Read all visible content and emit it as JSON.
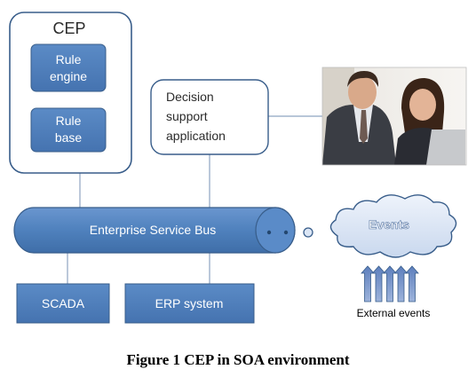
{
  "diagram": {
    "cep": {
      "title": "CEP",
      "rule_engine": [
        "Rule",
        "engine"
      ],
      "rule_base": [
        "Rule",
        "base"
      ]
    },
    "decision_support": [
      "Decision",
      "support",
      "application"
    ],
    "esb": {
      "label": "Enterprise Service Bus"
    },
    "events": {
      "label": "Events"
    },
    "external_events": {
      "label": "External events",
      "arrow_count": 5
    },
    "scada": {
      "label": "SCADA"
    },
    "erp": {
      "label": "ERP system"
    },
    "photo": {
      "subject": "two people looking at a laptop"
    },
    "colors": {
      "box_fill": "#4f81bd",
      "box_stroke": "#385d8a",
      "outline_stroke": "#385d8a",
      "connector": "#8ea3c0",
      "cloud_fill": "#dbe6f5",
      "arrow_fill": "#7b97c8"
    }
  },
  "caption": "Figure 1 CEP in SOA environment"
}
